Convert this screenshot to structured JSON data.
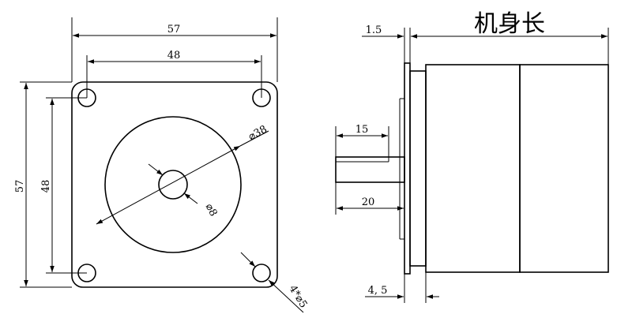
{
  "front_view": {
    "dims": {
      "overall_width": "57",
      "hole_spacing_width": "48",
      "overall_height": "57",
      "hole_spacing_height": "48",
      "boss_diameter": "⌀38",
      "shaft_diameter": "⌀8",
      "mount_holes": "4*⌀5"
    }
  },
  "side_view": {
    "body_length_label": "机身长",
    "dims": {
      "flange_step": "1.5",
      "shaft_flat_length": "15",
      "shaft_length": "20",
      "flange_thickness": "4, 5"
    }
  }
}
